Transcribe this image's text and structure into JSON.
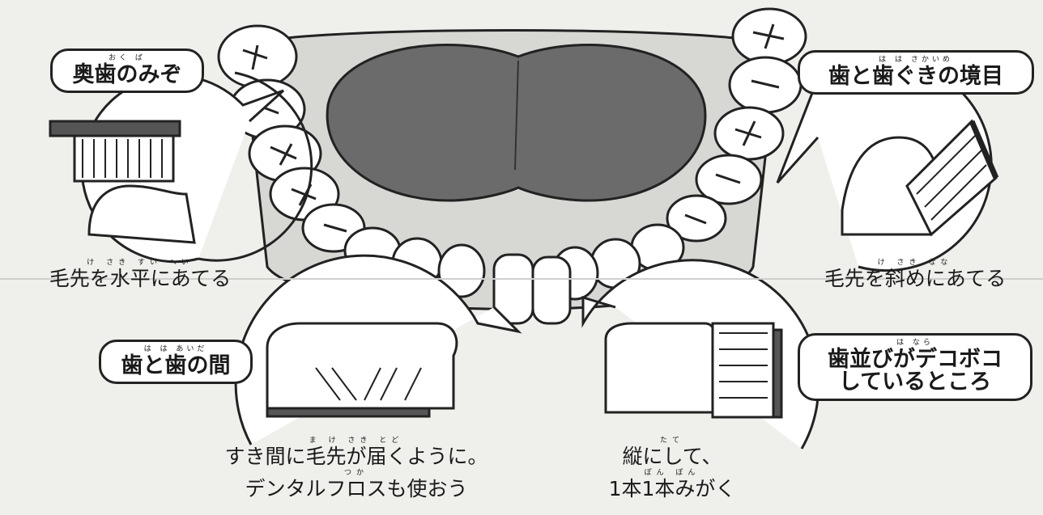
{
  "labels": {
    "okuba": {
      "title": "奥歯のみぞ",
      "ruby": "おく ば"
    },
    "sakaime": {
      "title": "歯と歯ぐきの境目",
      "ruby": "は は さかいめ"
    },
    "aida": {
      "title": "歯と歯の間",
      "ruby": "は は あいだ"
    },
    "narabi": {
      "title_line1": "歯並びがデコボコ",
      "title_line2": "しているところ",
      "ruby": "は なら"
    }
  },
  "captions": {
    "suihei": {
      "text": "毛先を水平にあてる",
      "ruby": "け さき すい へい"
    },
    "naname": {
      "text": "毛先を斜めにあてる",
      "ruby": "け さき なな"
    },
    "aida": {
      "line1": "すき間に毛先が届くように。",
      "ruby1": "ま け さき とど",
      "line2": "デンタルフロスも使おう",
      "ruby2": "つか"
    },
    "tate": {
      "line1": "縦にして、",
      "ruby1": "たて",
      "line2": "1本1本みがく",
      "ruby2": "ぽん ぽん"
    }
  }
}
